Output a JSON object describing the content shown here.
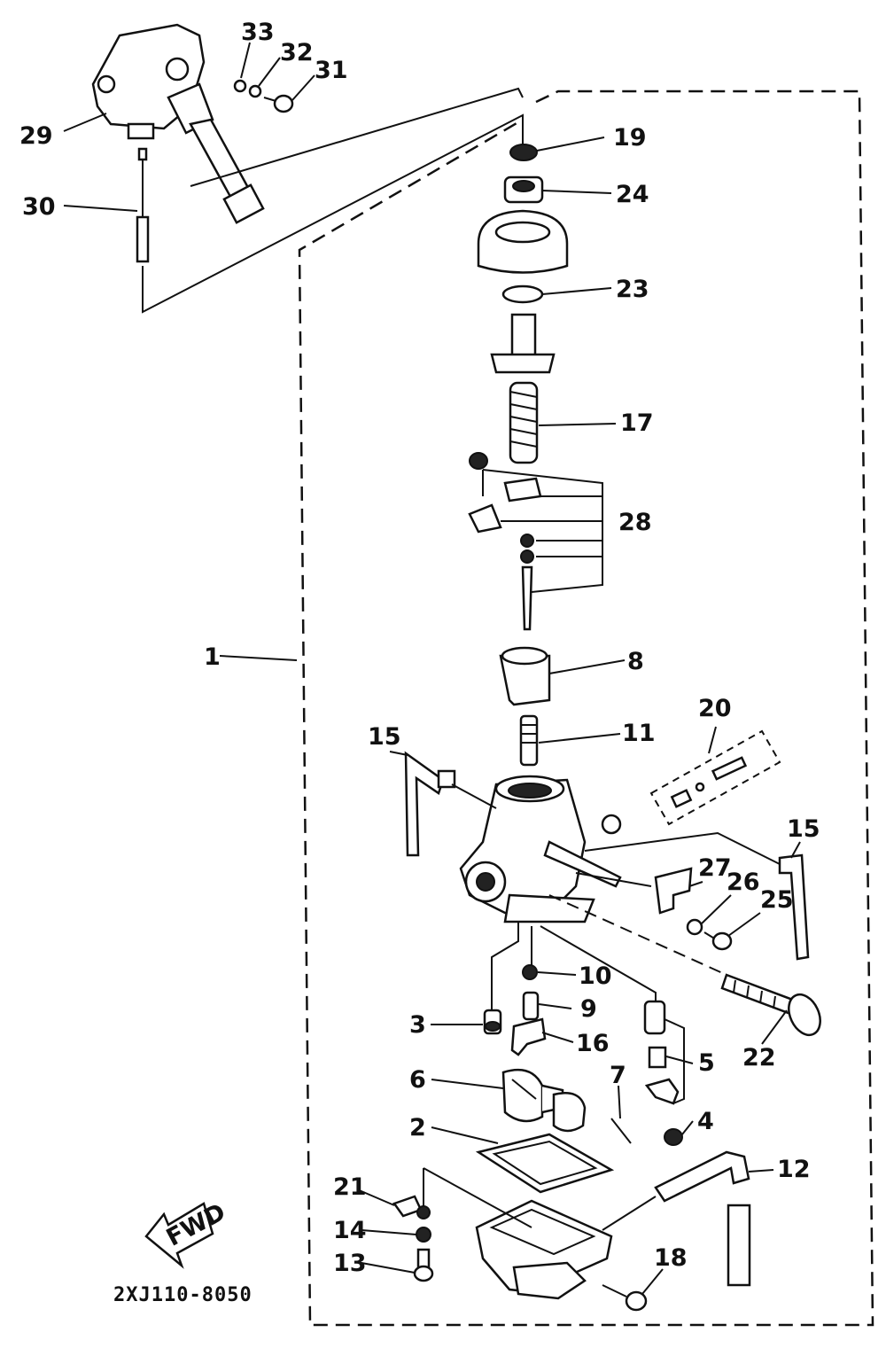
{
  "diagram": {
    "part_code": "2XJ110-8050",
    "fwd_label": "FWD",
    "labels": {
      "l1": "1",
      "l2": "2",
      "l3": "3",
      "l4": "4",
      "l5": "5",
      "l6": "6",
      "l7": "7",
      "l8": "8",
      "l9": "9",
      "l10": "10",
      "l11": "11",
      "l12": "12",
      "l13": "13",
      "l14": "14",
      "l15a": "15",
      "l15b": "15",
      "l16": "16",
      "l17": "17",
      "l18": "18",
      "l19": "19",
      "l20": "20",
      "l21": "21",
      "l22": "22",
      "l23": "23",
      "l24": "24",
      "l25": "25",
      "l26": "26",
      "l27": "27",
      "l28": "28",
      "l29": "29",
      "l30": "30",
      "l31": "31",
      "l32": "32",
      "l33": "33"
    }
  }
}
